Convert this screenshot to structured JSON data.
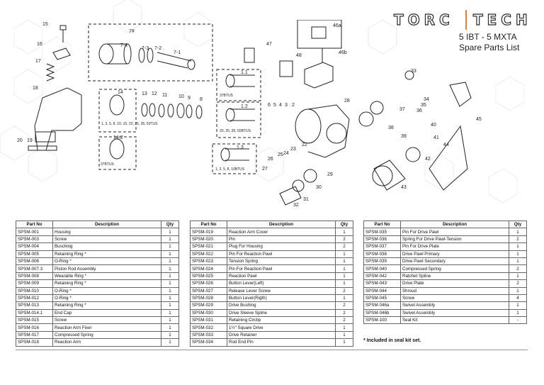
{
  "header": {
    "brand_left": "TORC",
    "brand_right": "TECH",
    "model": "5 IBT - 5 MXTA",
    "subtitle": "Spare Parts List",
    "accent": "#e3813a"
  },
  "diagram": {
    "callouts": [
      "15",
      "16",
      "17",
      "18",
      "19",
      "20",
      "7#",
      "7-1",
      "7-2",
      "7-3",
      "7-4",
      "14",
      "13",
      "12",
      "11",
      "10",
      "9",
      "8",
      "14.1",
      "14.2",
      "1.1",
      "1.2",
      "1.3",
      "3",
      "4",
      "5",
      "6",
      "2",
      "22",
      "23",
      "24",
      "25",
      "26",
      "27",
      "28",
      "29",
      "30",
      "31",
      "32",
      "33",
      "34",
      "35",
      "36",
      "37",
      "38",
      "39",
      "40",
      "41",
      "42",
      "43",
      "44",
      "45",
      "46a",
      "46b",
      "47",
      "48"
    ],
    "labels": [
      "1, 3, 5, 8, 10, 15, 20, 25, 35, 50TUS",
      "37BTUS",
      "20, 25, 35, 50BTUS",
      "1, 3, 5, 8, 10BTUS",
      "37BTUS"
    ]
  },
  "table_headers": {
    "part_no": "Part No",
    "description": "Description",
    "qty": "Qty"
  },
  "tables": [
    [
      {
        "part": "SPSM-001",
        "desc": "Housing",
        "qty": "1"
      },
      {
        "part": "SPSM-003",
        "desc": "Screw",
        "qty": "1"
      },
      {
        "part": "SPSM-004",
        "desc": "Busching",
        "qty": "1"
      },
      {
        "part": "SPSM-005",
        "desc": "Retaining Ring *",
        "qty": "1"
      },
      {
        "part": "SPSM-006",
        "desc": "O-Ring *",
        "qty": "1"
      },
      {
        "part": "SPSM-007.3",
        "desc": "Piston Rod Assembly",
        "qty": "1"
      },
      {
        "part": "SPSM-008",
        "desc": "Wearable Ring *",
        "qty": "1"
      },
      {
        "part": "SPSM-009",
        "desc": "Retaining Ring *",
        "qty": "1"
      },
      {
        "part": "SPSM-010",
        "desc": "O-Ring *",
        "qty": "1"
      },
      {
        "part": "SPSM-012",
        "desc": "O-Ring *",
        "qty": "1"
      },
      {
        "part": "SPSM-013",
        "desc": "Retaining Ring *",
        "qty": "1"
      },
      {
        "part": "SPSM-014.1",
        "desc": "End Cap",
        "qty": "1"
      },
      {
        "part": "SPSM-015",
        "desc": "Screw",
        "qty": "1"
      },
      {
        "part": "SPSM-016",
        "desc": "Reaction Arm Fixer",
        "qty": "1"
      },
      {
        "part": "SPSM-017",
        "desc": "Compressed Spring",
        "qty": "1"
      },
      {
        "part": "SPSM-018",
        "desc": "Reaction Arm",
        "qty": "1"
      }
    ],
    [
      {
        "part": "SPSM-019",
        "desc": "Reaction Arm Cover",
        "qty": "1"
      },
      {
        "part": "SPSM-020",
        "desc": "Pin",
        "qty": "2"
      },
      {
        "part": "SPSM-021",
        "desc": "Plug For Housing",
        "qty": "2"
      },
      {
        "part": "SPSM-022",
        "desc": "Pin For Reaction Pawl",
        "qty": "1"
      },
      {
        "part": "SPSM-023",
        "desc": "Tension Spring",
        "qty": "1"
      },
      {
        "part": "SPSM-024",
        "desc": "Pin For Reaction Pawl",
        "qty": "1"
      },
      {
        "part": "SPSM-025",
        "desc": "Reaction Pawl",
        "qty": "1"
      },
      {
        "part": "SPSM-026",
        "desc": "Button Lever(Left)",
        "qty": "1"
      },
      {
        "part": "SPSM-027",
        "desc": "Release Lever Screw",
        "qty": "2"
      },
      {
        "part": "SPSM-028",
        "desc": "Button Lever(Rigth)",
        "qty": "1"
      },
      {
        "part": "SPSM-029",
        "desc": "Drive Bushing",
        "qty": "2"
      },
      {
        "part": "SPSM-030",
        "desc": "Drive Sleeve Spline",
        "qty": "2"
      },
      {
        "part": "SPSM-031",
        "desc": "Retaining Circlip",
        "qty": "2"
      },
      {
        "part": "SPSM-032",
        "desc": "1½\" Square Drive",
        "qty": "1"
      },
      {
        "part": "SPSM-033",
        "desc": "Drive Retainer",
        "qty": "1"
      },
      {
        "part": "SPSM-034",
        "desc": "Rod End Pin",
        "qty": "1"
      }
    ],
    [
      {
        "part": "SPSM-035",
        "desc": "Pin For Drive Pawl",
        "qty": "1"
      },
      {
        "part": "SPSM-036",
        "desc": "Spring For Drive Pawl-Tension",
        "qty": "2"
      },
      {
        "part": "SPSM-037",
        "desc": "Pin For Drive Plate",
        "qty": "1"
      },
      {
        "part": "SPSM-038",
        "desc": "Drive Pawl Primary",
        "qty": "1"
      },
      {
        "part": "SPSM-039",
        "desc": "Drive Pawl Secondary",
        "qty": "1"
      },
      {
        "part": "SPSM-040",
        "desc": "Compressed Spring",
        "qty": "2"
      },
      {
        "part": "SPSM-042",
        "desc": "Ratchet Spline",
        "qty": "1"
      },
      {
        "part": "SPSM-043",
        "desc": "Drive Plate",
        "qty": "2"
      },
      {
        "part": "SPSM-044",
        "desc": "Shroud",
        "qty": "1"
      },
      {
        "part": "SPSM-045",
        "desc": "Screw",
        "qty": "4"
      },
      {
        "part": "SPSM-046a",
        "desc": "Swivel Assembly",
        "qty": "1"
      },
      {
        "part": "SPSM-046b",
        "desc": "Swivel Assembly",
        "qty": "1"
      },
      {
        "part": "SPSM-100",
        "desc": "Seal Kit",
        "qty": "-"
      }
    ]
  ],
  "footnote": "* Included in seal kit set."
}
